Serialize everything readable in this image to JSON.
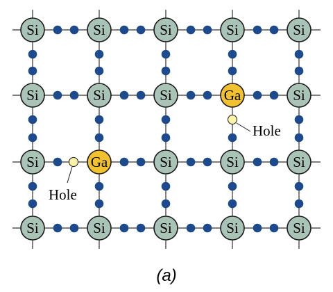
{
  "lattice": {
    "rows": [
      [
        "Si",
        "Si",
        "Si",
        "Si",
        "Si"
      ],
      [
        "Si",
        "Si",
        "Si",
        "Ga",
        "Si"
      ],
      [
        "Si",
        "Ga",
        "Si",
        "Si",
        "Si"
      ],
      [
        "Si",
        "Si",
        "Si",
        "Si",
        "Si"
      ]
    ],
    "hole_label": "Hole",
    "caption": "(a)"
  },
  "colors": {
    "si_fill": "#a9c4b6",
    "ga_fill": "#f2c12e",
    "electron": "#1c4a8c",
    "hole_fill": "#fbf3a8",
    "bond_line": "#333333",
    "atom_stroke": "#1a1a1a"
  }
}
